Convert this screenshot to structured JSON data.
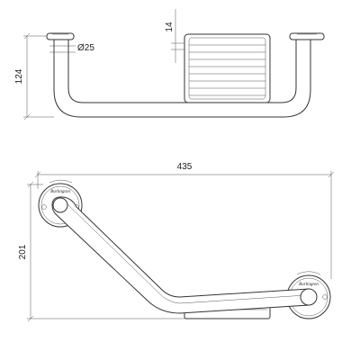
{
  "side_view": {
    "dim_height": "124",
    "dim_diameter": "Ø25",
    "dim_basket_gap": "14"
  },
  "front_view": {
    "dim_width": "435",
    "dim_height": "201",
    "brand_left": "Burlington",
    "brand_right": "Burlington"
  }
}
